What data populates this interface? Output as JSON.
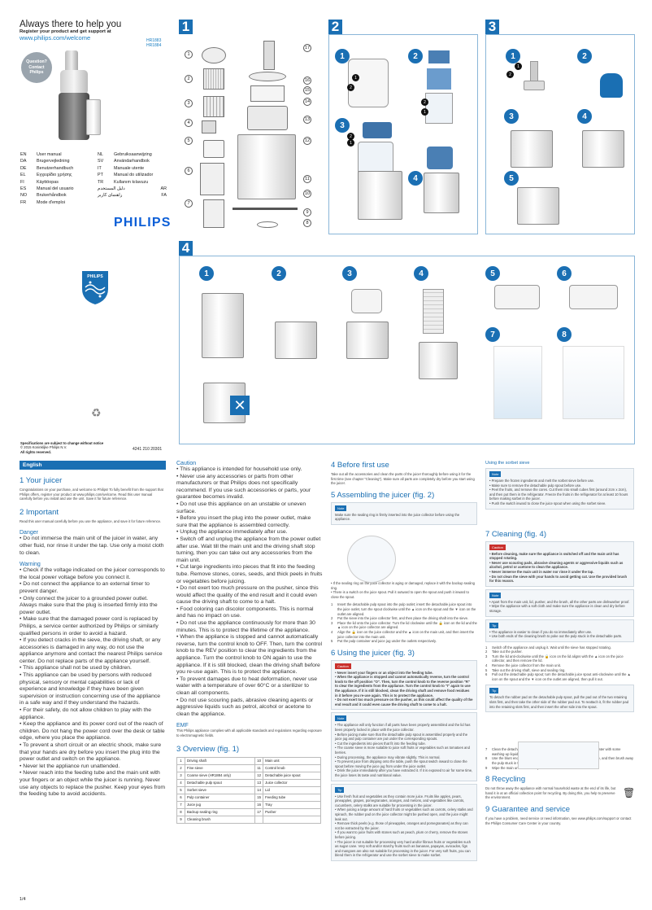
{
  "header": {
    "title": "Always there to help you",
    "subtitle": "Register your product and get support at",
    "url": "www.philips.com/welcome",
    "models": [
      "HR1883",
      "HR1884"
    ],
    "question_badge": [
      "Question?",
      "Contact",
      "Philips"
    ]
  },
  "languages_left": [
    {
      "code": "EN",
      "label": "User manual"
    },
    {
      "code": "DA",
      "label": "Brugervejledning"
    },
    {
      "code": "DE",
      "label": "Benutzerhandbuch"
    },
    {
      "code": "EL",
      "label": "Εγχειρίδιο χρήσης"
    },
    {
      "code": "FI",
      "label": "Käyttöopas"
    },
    {
      "code": "ES",
      "label": "Manual del usuario"
    },
    {
      "code": "NO",
      "label": "Brukerhåndbok"
    },
    {
      "code": "FR",
      "label": "Mode d'emploi"
    }
  ],
  "languages_right": [
    {
      "code": "NL",
      "label": "Gebruiksaanwijzing"
    },
    {
      "code": "SV",
      "label": "Användarhandbok"
    },
    {
      "code": "IT",
      "label": "Manuale utente"
    },
    {
      "code": "PT",
      "label": "Manual do utilizador"
    },
    {
      "code": "TR",
      "label": "Kullanım kılavuzu"
    },
    {
      "code": "AR",
      "label": "دليل المستخدم"
    },
    {
      "code": "FA",
      "label": "راهنمای کاربر"
    }
  ],
  "brand": "PHILIPS",
  "shield_brand": "PHILIPS",
  "footer_left": {
    "line1": "Specifications are subject to change without notice",
    "line2": "© 2015 Koninklijke Philips N.V.",
    "line3": "All rights reserved.",
    "doc_number": "4241 210 20301"
  },
  "panels": {
    "p1": "1",
    "p2": "2",
    "p3": "3",
    "p4": "4"
  },
  "p1_callouts_left": [
    "1",
    "2",
    "3",
    "4",
    "5",
    "6",
    "7"
  ],
  "p1_callouts_right": [
    "17",
    "16",
    "15",
    "14",
    "13",
    "12",
    "11",
    "10",
    "9",
    "8"
  ],
  "p4_steps": [
    "1",
    "2",
    "3",
    "4",
    "5",
    "6",
    "7",
    "8"
  ],
  "p2_steps": [
    "1",
    "2",
    "3",
    "4"
  ],
  "p3_steps": [
    "1",
    "2",
    "3",
    "4",
    "5"
  ],
  "manual": {
    "language_tab": "English",
    "s1_title": "1  Your juicer",
    "s1_body": "Congratulations on your purchase, and welcome to Philips! To fully benefit from the support that Philips offers, register your product at www.philips.com/welcome. Read this user manual carefully before you install and use the unit. Save it for future reference.",
    "s2_title": "2  Important",
    "s2_body": "Read this user manual carefully before you use the appliance, and save it for future reference.",
    "danger_title": "Danger",
    "danger_items": [
      "Do not immerse the main unit of the juicer in water, any other fluid, nor rinse it under the tap. Use only a moist cloth to clean."
    ],
    "warning_title": "Warning",
    "warning_items": [
      "Check if the voltage indicated on the juicer corresponds to the local power voltage before you connect it.",
      "Do not connect the appliance to an external timer to prevent danger.",
      "Only connect the juicer to a grounded power outlet. Always make sure that the plug is inserted firmly into the power outlet.",
      "Make sure that the damaged power cord is replaced by Philips, a service center authorized by Philips or similarly qualified persons in order to avoid a hazard.",
      "If you detect cracks in the sieve, the driving shaft, or any accessories is damaged in any way, do not use the appliance anymore and contact the nearest Philips service center. Do not replace parts of the appliance yourself.",
      "This appliance shall not be used by children.",
      "This appliance can be used by persons with reduced physical, sensory or mental capabilities or lack of experience and knowledge if they have been given supervision or instruction concerning use of the appliance in a safe way and if they understand the hazards.",
      "For their safety, do not allow children to play with the appliance.",
      "Keep the appliance and its power cord out of the reach of children. Do not hang the power cord over the desk or table edge, where you place the appliance.",
      "To prevent a short circuit or an electric shock, make sure that your hands are dry before you insert the plug into the power outlet and switch on the appliance.",
      "Never let the appliance run unattended.",
      "Never reach into the feeding tube and the main unit with your fingers or an object while the juicer is running. Never use any objects to replace the pusher. Keep your eyes from the feeding tube to avoid accidents."
    ],
    "caution_title": "Caution",
    "caution_items": [
      "This appliance is intended for household use only.",
      "Never use any accessories or parts from other manufacturers or that Philips does not specifically recommend. If you use such accessories or parts, your guarantee becomes invalid.",
      "Do not use this appliance on an unstable or uneven surface.",
      "Before you insert the plug into the power outlet, make sure that the appliance is assembled correctly.",
      "Unplug the appliance immediately after use.",
      "Switch off and unplug the appliance from the power outlet after use. Wait till the main unit and the driving shaft stop turning, then you can take out any accessories from the main unit.",
      "Cut large ingredients into pieces that fit into the feeding tube. Remove stones, cores, seeds, and thick peels in fruits or vegetables before juicing.",
      "Do not exert too much pressure on the pusher, since this would affect the quality of the end result and it could even cause the driving shaft to come to a halt.",
      "Food coloring can discolor components. This is normal and has no impact on use.",
      "Do not use the appliance continuously for more than 30 minutes. This is to protect the lifetime of the appliance.",
      "When the appliance is stopped and cannot automatically reverse, turn the control knob to OFF. Then, turn the control knob to the REV position to clear the ingredients from the appliance. Turn the control knob to ON again to use the appliance. If it is still blocked, clean the driving shaft before you re-use again. This is to protect the appliance.",
      "To prevent damages due to heat deformation, never use water with a temperature of over 60°C or a sterilizer to clean all components.",
      "Do not use scouring pads, abrasive cleaning agents or aggressive liquids such as petrol, alcohol or acetone to clean the appliance."
    ],
    "emf_title": "EMF",
    "emf_body": "This Philips appliance complies with all applicable standards and regulations regarding exposure to electromagnetic fields.",
    "s3_title": "3  Overview (fig. 1)",
    "overview": [
      [
        "1",
        "Driving shaft",
        "10",
        "Main unit"
      ],
      [
        "2",
        "Fine sieve",
        "11",
        "Control knob"
      ],
      [
        "3",
        "Coarse sieve (HR1884 only)",
        "12",
        "Detachable juice spout"
      ],
      [
        "4",
        "Detachable pulp spout",
        "13",
        "Juice collector"
      ],
      [
        "5",
        "Sorbet sieve",
        "14",
        "Lid"
      ],
      [
        "6",
        "Pulp container",
        "15",
        "Feeding tube"
      ],
      [
        "7",
        "Juice jug",
        "16",
        "Tray"
      ],
      [
        "8",
        "Backup sealing ring",
        "17",
        "Pusher"
      ],
      [
        "9",
        "Cleaning brush",
        "",
        ""
      ]
    ],
    "s4_title": "4  Before first use",
    "s4_body": "Take out all the accessories and clean the parts of the juicer thoroughly before using it for the first time (see chapter \"Cleaning\"). Make sure all parts are completely dry before you start using the juicer.",
    "s5_title": "5  Assembling the juicer (fig. 2)",
    "note_label": "Note",
    "s5_note": "Make sure the sealing ring is firmly inserted into the juice collector before using the appliance.",
    "s5_note2": [
      "If the sealing ring on the juice collector is aging or damaged, replace it with the backup sealing ring.",
      "There is a switch on the juice spout. Pull it outward to open the spout and push it inward to close the spout."
    ],
    "s5_steps": [
      "Insert the detachable pulp spout into the pulp outlet; insert the detachable juice spout into the juice outlet, turn the spout clockwise until the ▲ icon on the spout and the ▼ icon on the outlet are aligned.",
      "Put the sieve into the juice collector first, and then place the driving shaft into the sieve.",
      "Place the lid onto the juice collector. Turn the lid clockwise until the 🔒 icon on the lid and the ▲ icon on the juice collector are aligned.",
      "Align the 🔓 icon on the juice collector and the ▲ icon on the main unit, and then insert the juice collector into the main unit.",
      "Put the pulp container and juice jug under the outlets respectively."
    ],
    "s6_title": "6  Using the juicer (fig. 3)",
    "caution_label": "Caution",
    "s6_caution": [
      "Never insert your fingers or an object into the feeding tube.",
      "When the appliance is stopped and cannot automatically reverse, turn the control knob to the off position \"O\". Then, turn the control knob to the reverse position \"R\" to clear the ingredients from the appliance. Turn the control knob to \"I\" again to use the appliance. If it is still blocked, clean the driving shaft and remove food residues in it before you re-use again. This is to protect the appliance.",
      "Do not exert too much pressure on the pusher, as this could affect the quality of the end result and it could even cause the driving shaft to come to a halt."
    ],
    "s6_note": [
      "The appliance will only function if all parts have been properly assembled and the lid has been properly locked in place with the juice collector.",
      "Before juicing make sure that the detachable pulp spout is assembled properly and the juice jug and pulp container are put under the corresponding spouts.",
      "Cut the ingredients into pieces that fit into the feeding tube.",
      "The coarse sieve is more suitable to juice soft fruits or vegetables such as tomatoes and berries.",
      "During processing, the appliance may vibrate slightly. This is normal.",
      "To prevent juice from dripping onto the table, push the spout switch inward to close the spout before moving the juice jug from under the juice outlet.",
      "Drink the juice immediately after you have extracted it. If it is exposed to air for some time, the juice loses its taste and nutritional value."
    ],
    "tip_label": "Tip",
    "s6_tip": [
      "Use fresh fruit and vegetables as they contain more juice. Fruits like apples, pears, pineapples, grapes, pomegranates, oranges, and melons, and vegetables like carrots, cucumbers, celery stalks are suitable for processing in the juicer.",
      "When juicing a large amount of hard fruits or vegetables such as carrots, celery stalks and spinach, the rubber pad on the juice collector might be pushed open, and the juice might leak out.",
      "Remove thick peels (e.g. those of pineapples, oranges and pomegranates) as they can not be extracted by the juicer.",
      "If you want to juice fruits with stones such as peach, plum or cherry, remove the stones before juicing.",
      "The juicer is not suitable for processing very hard and/or fibrous fruits or vegetables such as sugar cane. Very soft and/or starchy fruits such as bananas, papayas, avocados, figs and mangoes are also not suitable for processing in the juicer. For very soft fruits, you can blend them in the refrigerator and use the sorbet sieve to make sorbet."
    ],
    "sorbet_title": "Using the sorbet sieve",
    "sorbet_note": [
      "Prepare the frozen ingredients and melt the sorbet sieve before use.",
      "Make sure to remove the detachable pulp spout before use.",
      "Peel the fruits, and remove the cores. Cut them into small cubes first (around 2cm x 2cm), and then put them in the refrigerator. Freeze the fruits in the refrigerator for at least 10 hours before making sorbet in the juicer.",
      "Push the switch inward to close the juice spout when using the sorbet sieve."
    ],
    "s7_title": "7  Cleaning (fig. 4)",
    "s7_caution": [
      "Before cleaning, make sure the appliance is switched off and the main unit has stopped rotating.",
      "Never use scouring pads, abrasive cleaning agents or aggressive liquids such as alcohol, petrol or acetone to clean the appliance.",
      "Never immerse the main unit in water nor rinse it under the tap.",
      "Do not clean the sieve with your hands to avoid getting cut. Use the provided brush for this reason."
    ],
    "s7_note": [
      "Apart from the main unit, lid, pusher, and the brush, all the other parts are dishwasher proof.",
      "Wipe the appliance with a soft cloth and make sure the appliance is clean and dry before storage."
    ],
    "s7_tip": [
      "The appliance is easier to clean if you do so immediately after use.",
      "Use both ends of the cleaning brush to poke out the pulp stuck in the detachable parts."
    ],
    "s7_steps_a": [
      "Switch off the appliance and unplug it. Wait until the sieve has stopped rotating.",
      "Take out the pusher.",
      "Turn the lid anti-clockwise until the 🔓 icon on the lid aligns with the ▲ icon on the juice collector, and then remove the lid.",
      "Remove the juice collector from the main unit.",
      "Take out the driving shaft, sieve and sealing ring.",
      "Pull out the detachable pulp spout; turn the detachable juice spout anti-clockwise until the ▲ icon on the spout and the ▼ icon on the outlet are aligned, then pull it out."
    ],
    "s7_tip2": "To detach the rubber pad on the detachable pulp spout, pull the pad out of the two retaining slots first, and then take the other side of the rubber pad out. To reattach it, fit the rubber pad into the retaining slots first, and then insert the other side into the spout.",
    "s7_steps_b": [
      "Clean the detachable parts with the provided cleaning brush in warm water with some washing-up liquid and rinse them under the tap.",
      "Use the blunt end of the cleaning brush to wipe off the pulp on the sieve, and then brush away the pulp stuck in the holes.",
      "Wipe the main unit with a damp cloth."
    ],
    "s8_title": "8  Recycling",
    "s8_body": "Do not throw away the appliance with normal household waste at the end of its life, but hand it in at an official collection point for recycling. By doing this, you help to preserve the environment.",
    "s9_title": "9  Guarantee and service",
    "s9_body": "If you have a problem, need service or need information, see www.philips.com/support or contact the Philips Consumer Care Center in your country.",
    "page_number": "1/4"
  }
}
